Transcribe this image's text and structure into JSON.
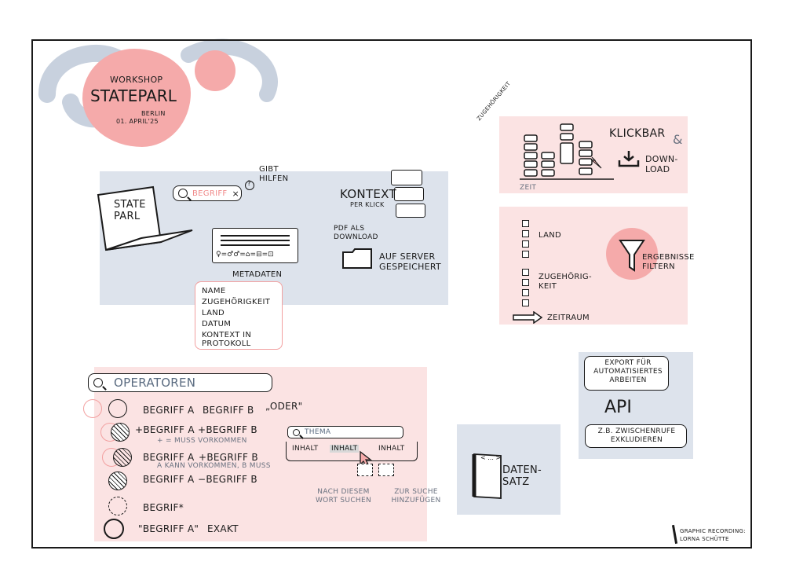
{
  "title": {
    "workshop": "WORKSHOP",
    "name": "STATEPARL",
    "city": "BERLIN",
    "date": "01. APRIL'25"
  },
  "search": {
    "laptop_label": "STATE PARL",
    "query": "BEGRIFF",
    "clear": "×",
    "help_mark": "?",
    "help_text": "GIBT HILFEN",
    "context_title": "KONTEXT",
    "context_sub": "PER KLICK",
    "pdf": "PDF ALS DOWNLOAD",
    "server": "AUF SERVER GESPEICHERT",
    "meta_label": "METADATEN",
    "meta_items": [
      "NAME",
      "ZUGEHÖRIGKEIT",
      "LAND",
      "DATUM",
      "KONTEXT IN PROTOKOLL"
    ]
  },
  "chart_panel": {
    "zuge": "ZUGEHÖRIGKEIT",
    "zeit": "ZEIT",
    "klickbar": "KLICKBAR",
    "amp": "&",
    "download": "DOWN-LOAD"
  },
  "filter_panel": {
    "land": "LAND",
    "zugehoerigkeit": "ZUGEHÖRIG-KEIT",
    "zeitraum": "ZEITRAUM",
    "ergebnisse": "ERGEBNISSE FILTERN"
  },
  "operators": {
    "title": "OPERATOREN",
    "rows": [
      {
        "a": "BEGRIFF A",
        "b": "BEGRIFF B",
        "note": "„ODER\""
      },
      {
        "a": "+BEGRIFF A",
        "b": "+BEGRIFF B",
        "note": "+ = MUSS VORKOMMEN"
      },
      {
        "a": "BEGRIFF A",
        "b": "+BEGRIFF B",
        "note": "A KANN VORKOMMEN, B MUSS"
      },
      {
        "a": "BEGRIFF A",
        "b": "−BEGRIFF B",
        "note": ""
      },
      {
        "a": "BEGRIF*",
        "b": "",
        "note": ""
      },
      {
        "a": "\"BEGRIFF A\"",
        "b": "EXAKT",
        "note": ""
      }
    ],
    "thema": "THEMA",
    "inhalt": [
      "INHALT",
      "INHALT",
      "INHALT"
    ],
    "search_word": "NACH DIESEM WORT SUCHEN",
    "add_search": "ZUR SUCHE HINZUFÜGEN"
  },
  "dataset": {
    "label": "DATEN-SATZ",
    "code": "< ... >"
  },
  "api": {
    "export": "EXPORT FÜR AUTOMATISIERTES ARBEITEN",
    "api": "API",
    "exclude": "Z.B. ZWISCHENRUFE EXKLUDIEREN"
  },
  "credit": {
    "line1": "GRAPHIC RECORDING:",
    "line2": "LORNA SCHÜTTE"
  }
}
